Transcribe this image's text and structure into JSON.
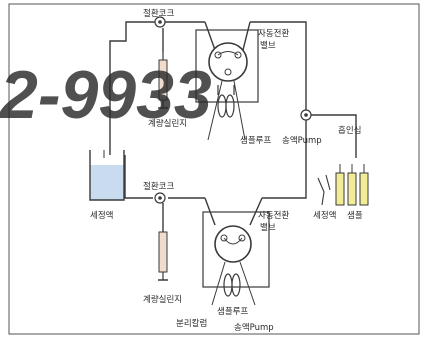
{
  "labels": {
    "switch_cock_top": "절환코크",
    "auto_valve_top_1": "자동전환",
    "auto_valve_top_2": "밸브",
    "metering_syringe_top": "계량실린지",
    "sample_loop_top": "샘플루프",
    "pump_top": "송액Pump",
    "suction_core": "흡인심",
    "wash_liquid_left": "세정액",
    "wash_liquid_right": "세정액",
    "sample": "샘플",
    "switch_cock_bottom": "절환코크",
    "auto_valve_bottom_1": "자동전환",
    "auto_valve_bottom_2": "밸브",
    "metering_syringe_bottom": "계량실린지",
    "sample_loop_bottom": "샘플루프",
    "separation_column": "분리칼럼",
    "pump_bottom": "송액Pump"
  },
  "watermark": {
    "text": "2-9933",
    "color": "#5a3fe0"
  },
  "colors": {
    "line": "#3a3a3a",
    "liquid": "#c9dcef",
    "syringe_fill": "#f0dccd",
    "sample_fill": "#f3ec96"
  }
}
